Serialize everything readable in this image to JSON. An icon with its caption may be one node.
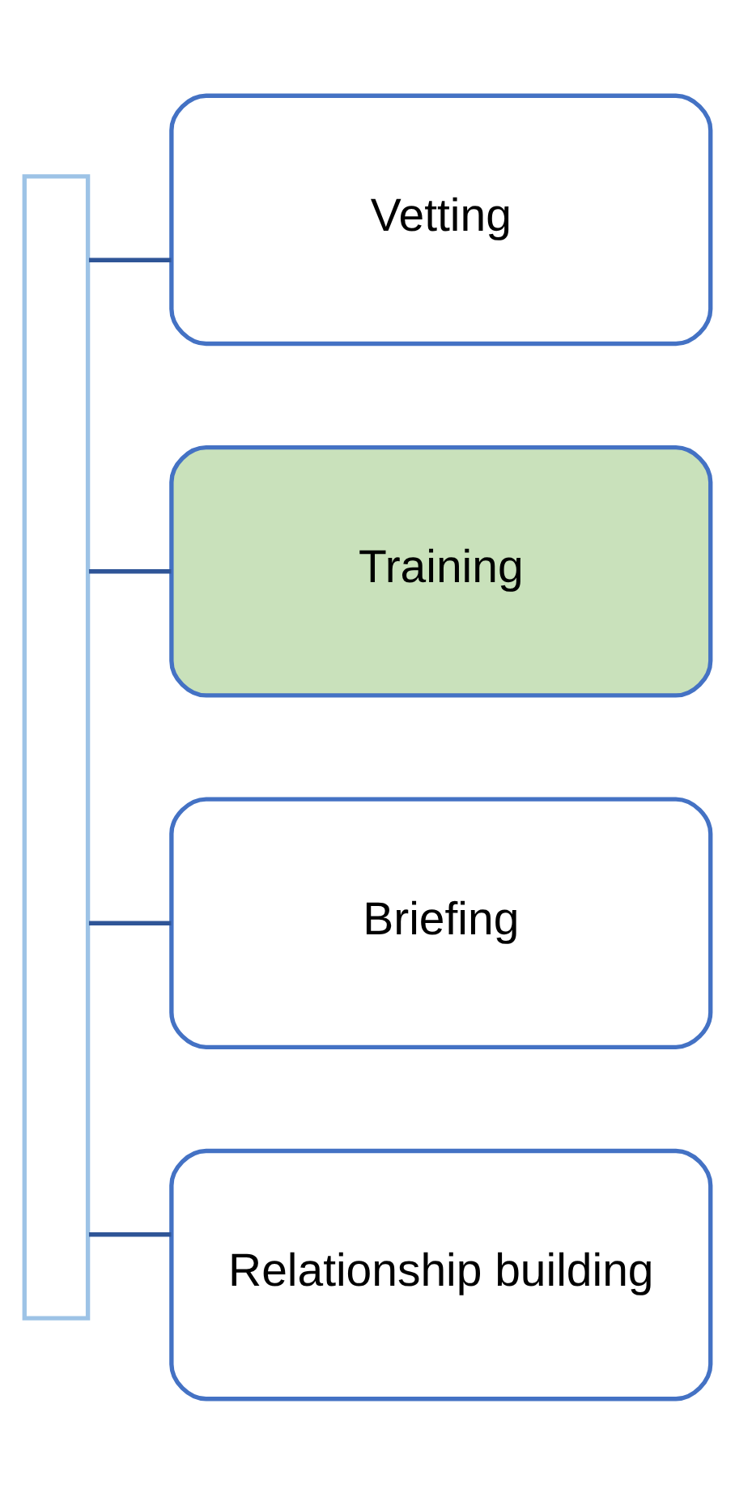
{
  "diagram": {
    "nodes": [
      {
        "text": [],
        "shape": "box"
      },
      {
        "text": [
          "Vetting"
        ]
      },
      {
        "text": [
          "Training"
        ]
      },
      {
        "text": [
          "Briefing"
        ]
      },
      {
        "text": [
          "Relationship building"
        ]
      }
    ],
    "edges": [
      {
        "from": 0,
        "to": 1,
        "arrow": "none"
      },
      {
        "from": 0,
        "to": 2,
        "arrow": "none"
      },
      {
        "from": 0,
        "to": 3,
        "arrow": "none"
      },
      {
        "from": 0,
        "to": 4,
        "arrow": "none"
      }
    ]
  }
}
